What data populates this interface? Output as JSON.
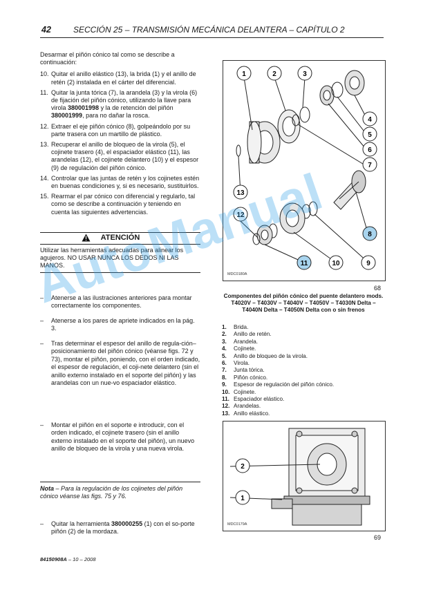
{
  "header": {
    "page_number": "42",
    "section_title": "SECCIÓN 25 – TRANSMISIÓN MECÁNICA DELANTERA – CAPÍTULO 2"
  },
  "intro": "Desarmar el piñón cónico tal como se describe a continuación:",
  "steps": [
    {
      "num": "10.",
      "text": "Quitar el anillo elástico (13), la brida (1) y el anillo de retén (2) instalada en el cárter del diferencial."
    },
    {
      "num": "11.",
      "text_a": "Quitar la junta tórica (7), la arandela (3) y la virola (6) de fijación del piñón cónico, utilizando la llave para virola ",
      "bold_a": "380001998",
      "text_b": " y la de retención del piñón ",
      "bold_b": "380001999",
      "text_c": ", para no dañar la rosca."
    },
    {
      "num": "12.",
      "text": "Extraer el eje piñón cónico (8), golpeándolo por su parte trasera con un martillo de plástico."
    },
    {
      "num": "13.",
      "text": "Recuperar el anillo de bloqueo de la virola (5), el cojinete trasero (4), el espaciador elástico (11), las arandelas (12), el cojinete delantero (10) y el espesor (9) de regulación del piñón cónico."
    },
    {
      "num": "14.",
      "text": "Controlar que las juntas de retén y los cojinetes estén en buenas condiciones y, si es necesario, sustituirlos."
    },
    {
      "num": "15.",
      "text": "Rearmar el par cónico con diferencial y regularlo, tal como se describe a continuación y teniendo en cuenta las siguientes advertencias."
    }
  ],
  "warning": {
    "title": "ATENCIÓN",
    "text": "Utilizar las herramientas adecuadas para alinear los agujeros. NO USAR NUNCA LOS DEDOS NI LAS MANOS."
  },
  "dash_items": [
    {
      "dash": "–",
      "text": "Atenerse a las ilustraciones anteriores para montar correctamente los componentes."
    },
    {
      "dash": "–",
      "text": "Atenerse a los pares de apriete indicados en la pág. 3."
    },
    {
      "dash": "–",
      "text": "Tras determinar el espesor del anillo de regula-ción–posicionamiento del piñón cónico (véanse figs. 72 y 73), montar el piñón, poniendo, con el orden indicado, el espesor de regulación, el coji-nete delantero (sin el anillo externo instalado en el soporte del piñón) y las arandelas con un nue-vo espaciador elástico."
    },
    {
      "dash": "–",
      "text": "Montar el piñón en el soporte e introducir, con el orden indicado, el cojinete trasero (sin el anillo externo instalado en el soporte del piñón), un nuevo anillo de bloqueo de la virola y una nueva virola."
    }
  ],
  "note": {
    "label": "Nota",
    "text": " – Para la regulación de los cojinetes del piñón cónico véanse las figs. 75 y 76."
  },
  "last_item": {
    "dash": "–",
    "text_a": "Quitar la herramienta ",
    "bold": "380000255",
    "text_b": " (1) con el so-porte piñón (2) de la mordaza."
  },
  "figure1": {
    "code": "MDC0180A",
    "number": "68",
    "callouts": [
      "1",
      "2",
      "3",
      "4",
      "5",
      "6",
      "7",
      "8",
      "9",
      "10",
      "11",
      "12",
      "13"
    ]
  },
  "caption": "Componentes del piñón cónico del puente delantero mods. T4020V – T4030V – T4040V – T4050V – T4030N Delta – T4040N Delta – T4050N Delta con o sin frenos",
  "legend": [
    {
      "num": "1.",
      "label": "Brida."
    },
    {
      "num": "2.",
      "label": "Anillo de retén."
    },
    {
      "num": "3.",
      "label": "Arandela."
    },
    {
      "num": "4.",
      "label": "Cojinete."
    },
    {
      "num": "5.",
      "label": "Anillo de bloqueo de la virola."
    },
    {
      "num": "6.",
      "label": "Virola."
    },
    {
      "num": "7.",
      "label": "Junta tórica."
    },
    {
      "num": "8.",
      "label": "Piñón cónico."
    },
    {
      "num": "9.",
      "label": "Espesor de regulación del piñón cónico."
    },
    {
      "num": "10.",
      "label": "Cojinete."
    },
    {
      "num": "11.",
      "label": "Espaciador elástico."
    },
    {
      "num": "12.",
      "label": "Arandelas."
    },
    {
      "num": "13.",
      "label": "Anillo elástico."
    }
  ],
  "figure2": {
    "code": "MDC0179A",
    "number": "69",
    "callouts": [
      "2",
      "1"
    ]
  },
  "footer": {
    "code": "84150908A",
    "date": " – 10 – 2008"
  },
  "watermark": "AutoManual",
  "colors": {
    "callout_highlight": "#a8d4ee",
    "watermark": "#30a0e6"
  }
}
